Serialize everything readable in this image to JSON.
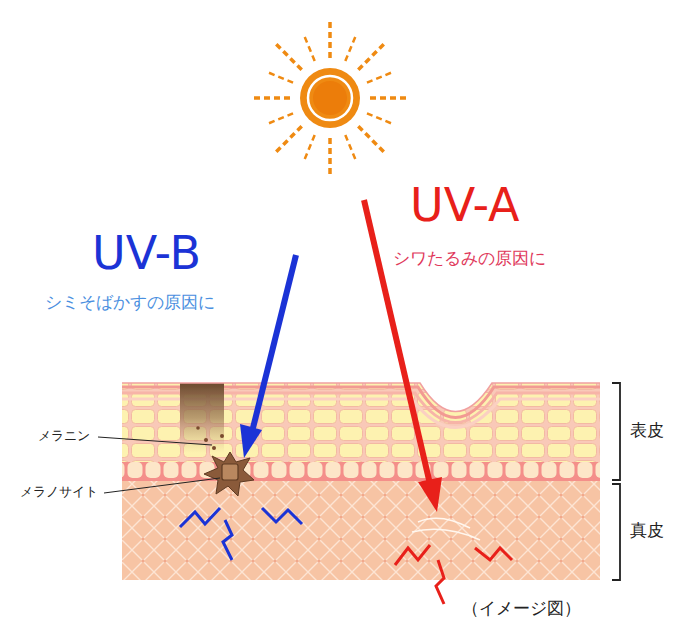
{
  "diagram": {
    "labels": [
      "UV-B",
      "シミそばかすの原因に",
      "UV-A",
      "シワたるみの原因に",
      "メラニン",
      "メラノサイト",
      "表皮",
      "真皮",
      "（イメージ図）"
    ]
  }
}
